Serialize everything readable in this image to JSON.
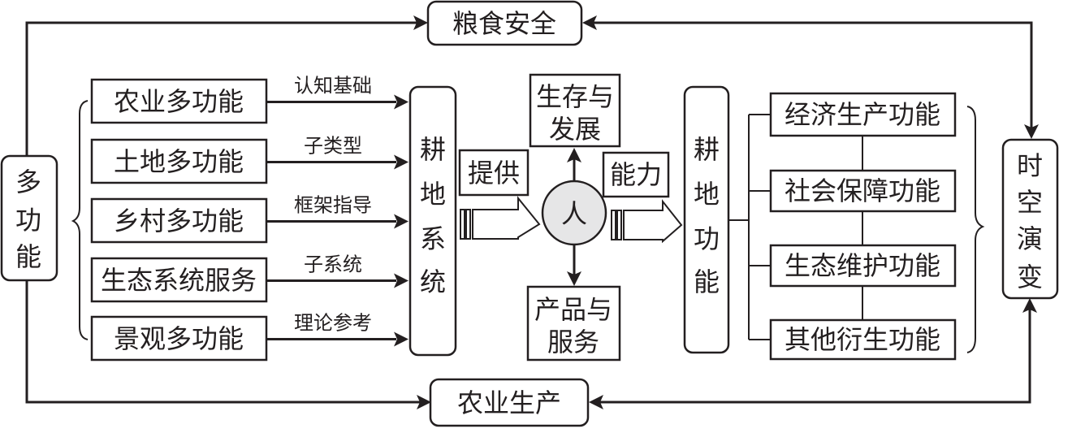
{
  "top_node": {
    "label": "粮食安全"
  },
  "bottom_node": {
    "label": "农业生产"
  },
  "left_node": {
    "label": [
      "多",
      "功",
      "能"
    ]
  },
  "right_node": {
    "label": [
      "时",
      "空",
      "演",
      "变"
    ]
  },
  "concepts": [
    {
      "label": "农业多功能",
      "relation": "认知基础"
    },
    {
      "label": "土地多功能",
      "relation": "子类型"
    },
    {
      "label": "乡村多功能",
      "relation": "框架指导"
    },
    {
      "label": "生态系统服务",
      "relation": "子系统"
    },
    {
      "label": "景观多功能",
      "relation": "理论参考"
    }
  ],
  "system_node": {
    "label": [
      "耕",
      "地",
      "系",
      "统"
    ]
  },
  "provide_label": "提供",
  "capacity_label": "能力",
  "person_node": {
    "label": "人"
  },
  "survival_node": {
    "label": [
      "生存与",
      "发展"
    ]
  },
  "products_node": {
    "label": [
      "产品与",
      "服务"
    ]
  },
  "function_node": {
    "label": [
      "耕",
      "地",
      "功",
      "能"
    ]
  },
  "functions": [
    {
      "label": "经济生产功能"
    },
    {
      "label": "社会保障功能"
    },
    {
      "label": "生态维护功能"
    },
    {
      "label": "其他衍生功能"
    }
  ],
  "colors": {
    "ink": "#231f20",
    "person_fill": "#e6e6e7",
    "background": "#ffffff"
  }
}
